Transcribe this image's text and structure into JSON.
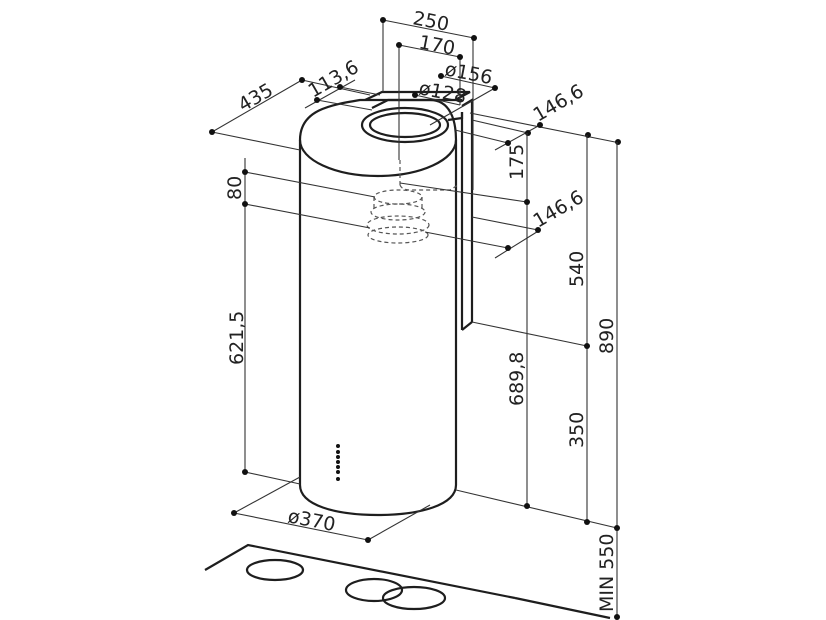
{
  "drawing": {
    "subject": "Cylindrical island range hood dimension drawing",
    "line_color": "#1e1e1e",
    "background": "#ffffff"
  },
  "dimensions": {
    "width_250": "250",
    "width_170": "170",
    "dia_156": "ø156",
    "dia_128": "ø128",
    "depth_435": "435",
    "offset_113_6": "113,6",
    "offset_146_6_top": "146,6",
    "offset_146_6_mid": "146,6",
    "height_175": "175",
    "height_80": "80",
    "height_540": "540",
    "height_621_5": "621,5",
    "height_689_8": "689,8",
    "height_890": "890",
    "height_350": "350",
    "body_dia_370": "ø370",
    "min_clearance": "MIN 550"
  }
}
